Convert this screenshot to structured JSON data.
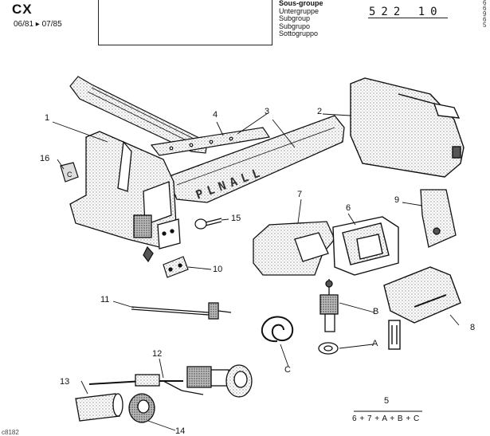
{
  "header": {
    "model": "CX",
    "dates": "06/81 ▸ 07/85",
    "subgroup_labels": [
      "Sous-groupe",
      "Untergruppe",
      "Subgroup",
      "Subgrupo",
      "Sottogruppo"
    ],
    "subgroup_code": "522 10",
    "edge_text": "6 6 9 6 5"
  },
  "callouts": {
    "c1": "1",
    "c2": "2",
    "c3": "3",
    "c4": "4",
    "c5": "5",
    "c6": "6",
    "c7": "7",
    "c8": "8",
    "c9": "9",
    "c10": "10",
    "c11": "11",
    "c12": "12",
    "c13": "13",
    "c14": "14",
    "c15": "15",
    "c16": "16",
    "cA": "A",
    "cB": "B",
    "cC": "C"
  },
  "formula": "6 + 7 + A + B + C",
  "panel_lettering": "PLNALL",
  "clip_lettering": "C",
  "corner_ref": "c8182",
  "colors": {
    "ink": "#111111",
    "stipple": "#8a8a8a",
    "paper": "#ffffff"
  }
}
